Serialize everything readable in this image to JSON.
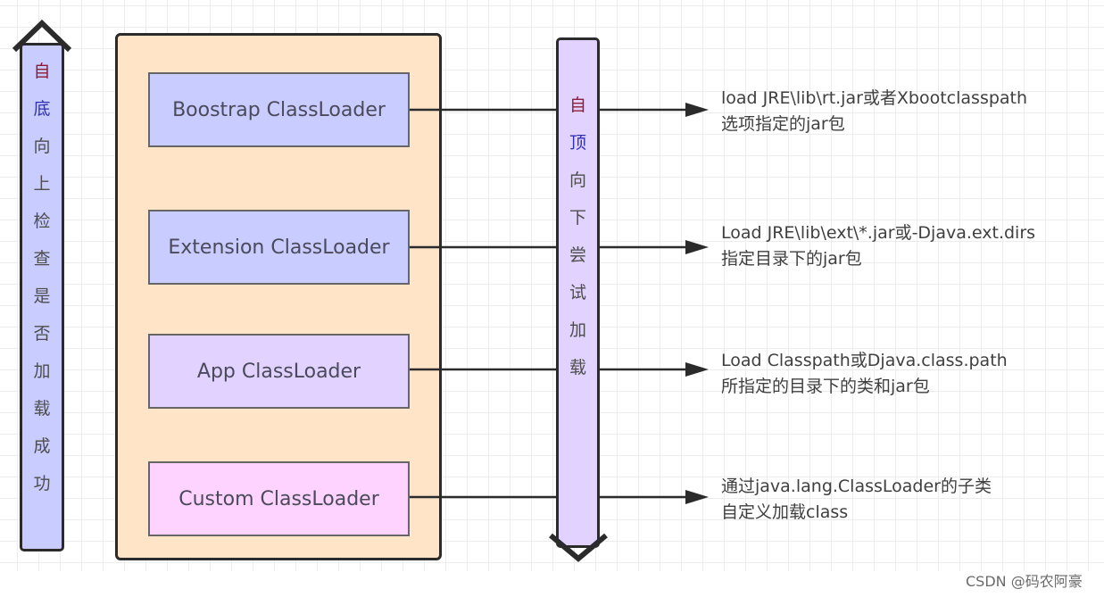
{
  "diagram": {
    "title": "Java ClassLoader parent delegation",
    "left_arrow": {
      "direction": "up",
      "chars": [
        "自",
        "底",
        "向",
        "上",
        "检",
        "查",
        "是",
        "否",
        "加",
        "载",
        "成",
        "功"
      ],
      "text": "自底向上检查是否加载成功"
    },
    "right_arrow": {
      "direction": "down",
      "chars": [
        "自",
        "顶",
        "向",
        "下",
        "尝",
        "试",
        "加",
        "载"
      ],
      "text": "自顶向下尝试加载"
    },
    "loaders": [
      {
        "name": "Boostrap ClassLoader",
        "color": "#c9ccff",
        "desc_line1": "load JRE\\lib\\rt.jar或者Xbootclasspath",
        "desc_line2": "选项指定的jar包"
      },
      {
        "name": "Extension ClassLoader",
        "color": "#c9ccff",
        "desc_line1": "Load JRE\\lib\\ext\\*.jar或-Djava.ext.dirs",
        "desc_line2": "指定目录下的jar包"
      },
      {
        "name": "App ClassLoader",
        "color": "#e2d2ff",
        "desc_line1": "Load Classpath或Djava.class.path",
        "desc_line2": "所指定的目录下的类和jar包"
      },
      {
        "name": "Custom ClassLoader",
        "color": "#ffd3ff",
        "desc_line1": "通过java.lang.ClassLoader的子类",
        "desc_line2": "自定义加载class"
      }
    ],
    "container_color": "#ffe4c8",
    "watermark": "CSDN @码农阿豪"
  }
}
